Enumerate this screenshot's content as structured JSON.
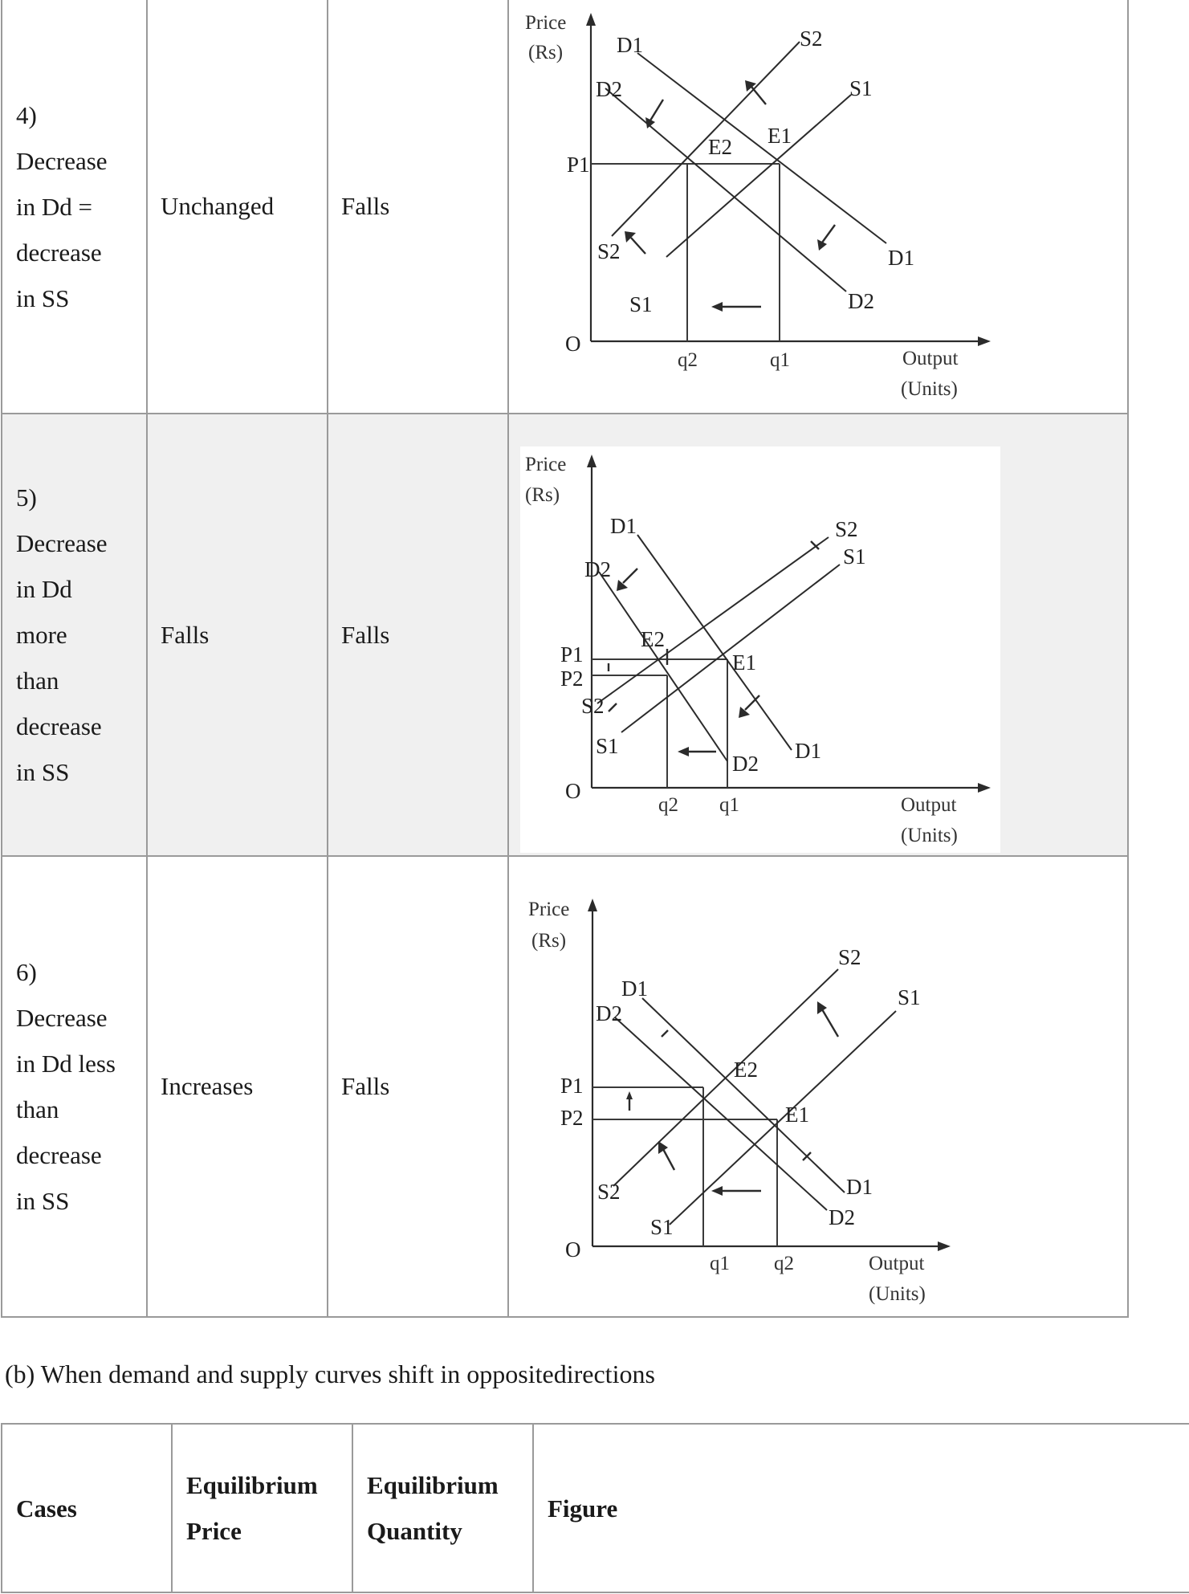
{
  "top_table": {
    "rows": [
      {
        "case_lines": [
          "4)",
          "Decrease",
          "in Dd =",
          "decrease",
          "in SS"
        ],
        "price": "Unchanged",
        "quantity": "Falls",
        "figure": {
          "y_axis_label": [
            "Price",
            "(Rs)"
          ],
          "x_axis_label": [
            "Output",
            "(Units)"
          ],
          "origin": "O",
          "price_labels": [
            "P1"
          ],
          "quantity_labels": [
            "q2",
            "q1"
          ],
          "curve_labels": {
            "d1": "D1",
            "d2": "D2",
            "s1": "S1",
            "s2": "S2"
          },
          "equilibrium_labels": [
            "E2",
            "E1"
          ]
        }
      },
      {
        "case_lines": [
          "5)",
          "Decrease",
          "in Dd",
          "more",
          "than",
          "decrease",
          "in SS"
        ],
        "price": "Falls",
        "quantity": "Falls",
        "figure": {
          "y_axis_label": [
            "Price",
            "(Rs)"
          ],
          "x_axis_label": [
            "Output",
            "(Units)"
          ],
          "origin": "O",
          "price_labels": [
            "P1",
            "P2"
          ],
          "quantity_labels": [
            "q2",
            "q1"
          ],
          "curve_labels": {
            "d1": "D1",
            "d2": "D2",
            "s1": "S1",
            "s2": "S2"
          },
          "equilibrium_labels": [
            "E2",
            "E1"
          ]
        }
      },
      {
        "case_lines": [
          "6)",
          "Decrease",
          "in Dd less",
          "than",
          "decrease",
          "in SS"
        ],
        "price": "Increases",
        "quantity": "Falls",
        "figure": {
          "y_axis_label": [
            "Price",
            "(Rs)"
          ],
          "x_axis_label": [
            "Output",
            "(Units)"
          ],
          "origin": "O",
          "price_labels": [
            "P1",
            "P2"
          ],
          "quantity_labels": [
            "q1",
            "q2"
          ],
          "curve_labels": {
            "d1": "D1",
            "d2": "D2",
            "s1": "S1",
            "s2": "S2"
          },
          "equilibrium_labels": [
            "E2",
            "E1"
          ]
        }
      }
    ]
  },
  "section_caption": "(b)  When demand and supply curves shift in oppositedirections",
  "bottom_table": {
    "headers": {
      "cases": "Cases",
      "price": [
        "Equilibrium",
        "Price"
      ],
      "quantity": [
        "Equilibrium",
        "Quantity"
      ],
      "figure": "Figure"
    }
  },
  "colors": {
    "border": "#9a9a9a",
    "text": "#1a1a1a",
    "shaded_row": "#f0f0f0"
  }
}
